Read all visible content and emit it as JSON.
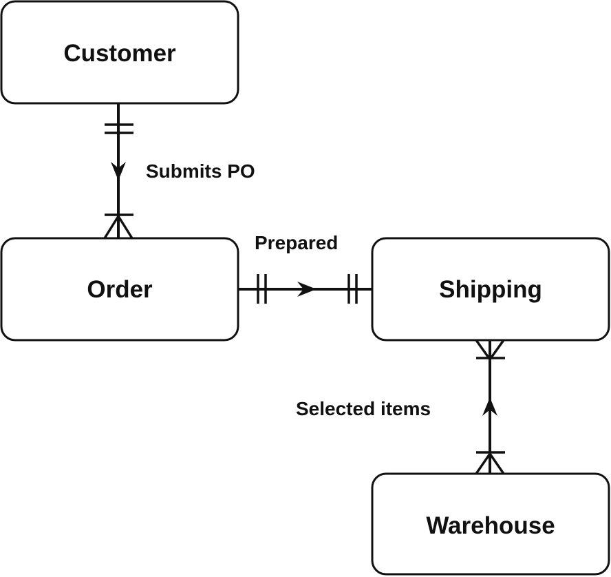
{
  "diagram": {
    "entities": {
      "customer": "Customer",
      "order": "Order",
      "shipping": "Shipping",
      "warehouse": "Warehouse"
    },
    "relationships": {
      "submits_po": "Submits PO",
      "prepared": "Prepared",
      "selected_items": "Selected items"
    }
  }
}
